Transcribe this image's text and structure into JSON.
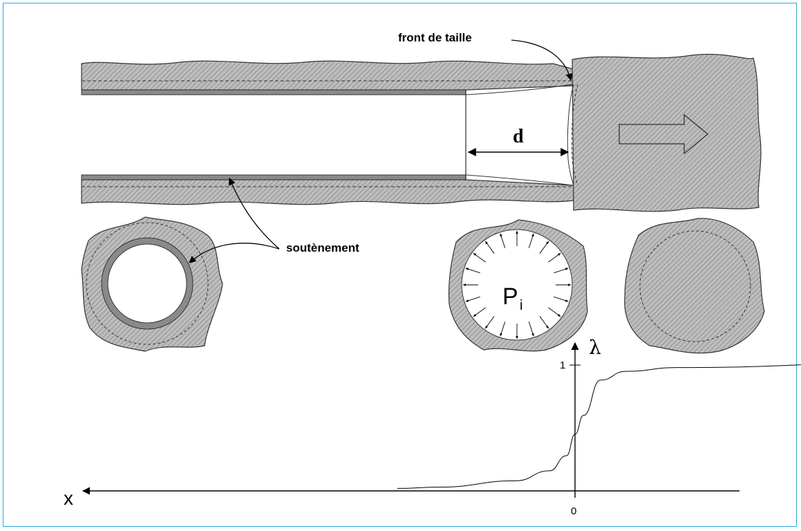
{
  "labels": {
    "face": "front de taille",
    "distance": "d",
    "support": "soutènement",
    "pressure_main": "P",
    "pressure_sub": "i",
    "x_axis": "x",
    "y_axis": "λ",
    "y_tick": "1",
    "x_tick": "0"
  },
  "colors": {
    "frame": "#2aa8d8",
    "rock": "#b8b8b8",
    "lining": "#8a8a8a",
    "line": "#000000"
  },
  "chart_data": {
    "type": "line",
    "xlabel": "x",
    "ylabel": "λ",
    "x_ticks": [
      "0"
    ],
    "y_ticks": [
      "1"
    ],
    "series": [
      {
        "x": [
          -2.0,
          -0.6,
          -0.3,
          -0.15,
          -0.05,
          0.0,
          0.05,
          0.15,
          0.35,
          0.8,
          1.05
        ],
        "y": [
          1.02,
          0.98,
          0.95,
          0.88,
          0.6,
          0.45,
          0.28,
          0.16,
          0.08,
          0.03,
          0.02
        ]
      }
    ]
  }
}
